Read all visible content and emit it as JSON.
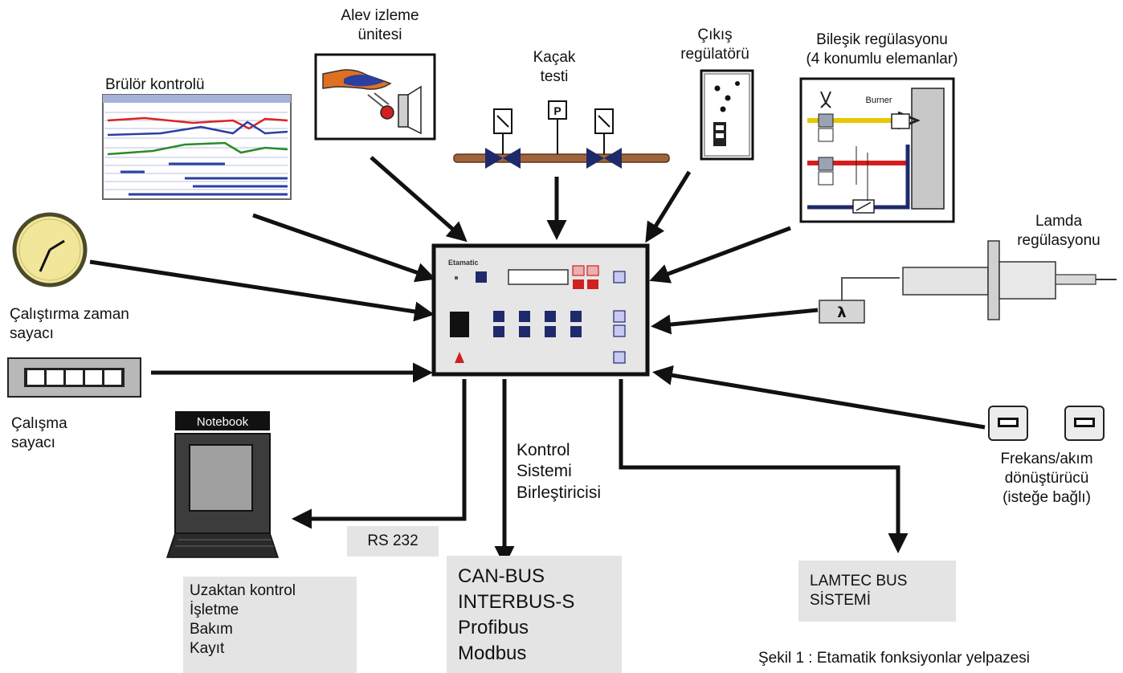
{
  "labels": {
    "flame_monitor": [
      "Alev izleme",
      "ünitesi"
    ],
    "leak_test": [
      "Kaçak",
      "testi"
    ],
    "output_regulator": [
      "Çıkış",
      "regülatörü"
    ],
    "compound_regulation": [
      "Bileşik regülasyonu",
      "(4 konumlu elemanlar)"
    ],
    "burner_control": "Brülör kontrolü",
    "lambda_regulation": [
      "Lamda",
      "regülasyonu"
    ],
    "runtime_counter": [
      "Çalıştırma zaman",
      "sayacı"
    ],
    "operation_counter": [
      "Çalışma",
      "sayacı"
    ],
    "control_system_coupler": [
      "Kontrol",
      "Sistemi",
      "Birleştiricisi"
    ],
    "freq_converter": [
      "Frekans/akım",
      "dönüştürücü",
      "(isteğe bağlı)"
    ],
    "caption": "Şekil 1 : Etamatik fonksiyonlar yelpazesi"
  },
  "device": {
    "brand": "Etamatic",
    "notebook_label": "Notebook",
    "burner_label": "Burner",
    "valve_symbol": "P",
    "lambda_symbol": "λ"
  },
  "boxes": {
    "rs232": "RS 232",
    "remote": [
      "Uzaktan kontrol",
      "İşletme",
      "Bakım",
      "Kayıt"
    ],
    "buses": [
      "CAN-BUS",
      "INTERBUS-S",
      "Profibus",
      "Modbus"
    ],
    "lamtec": [
      "LAMTEC BUS",
      "SİSTEMİ"
    ]
  },
  "colors": {
    "panel_bg": "#e6e6e6",
    "key_blue": "#1f2a6b",
    "key_red": "#d02020",
    "pipe_brown": "#a0643a",
    "gas_yellow": "#e8c800",
    "air_red": "#d81c1c",
    "clock_face": "#f1e69a"
  }
}
